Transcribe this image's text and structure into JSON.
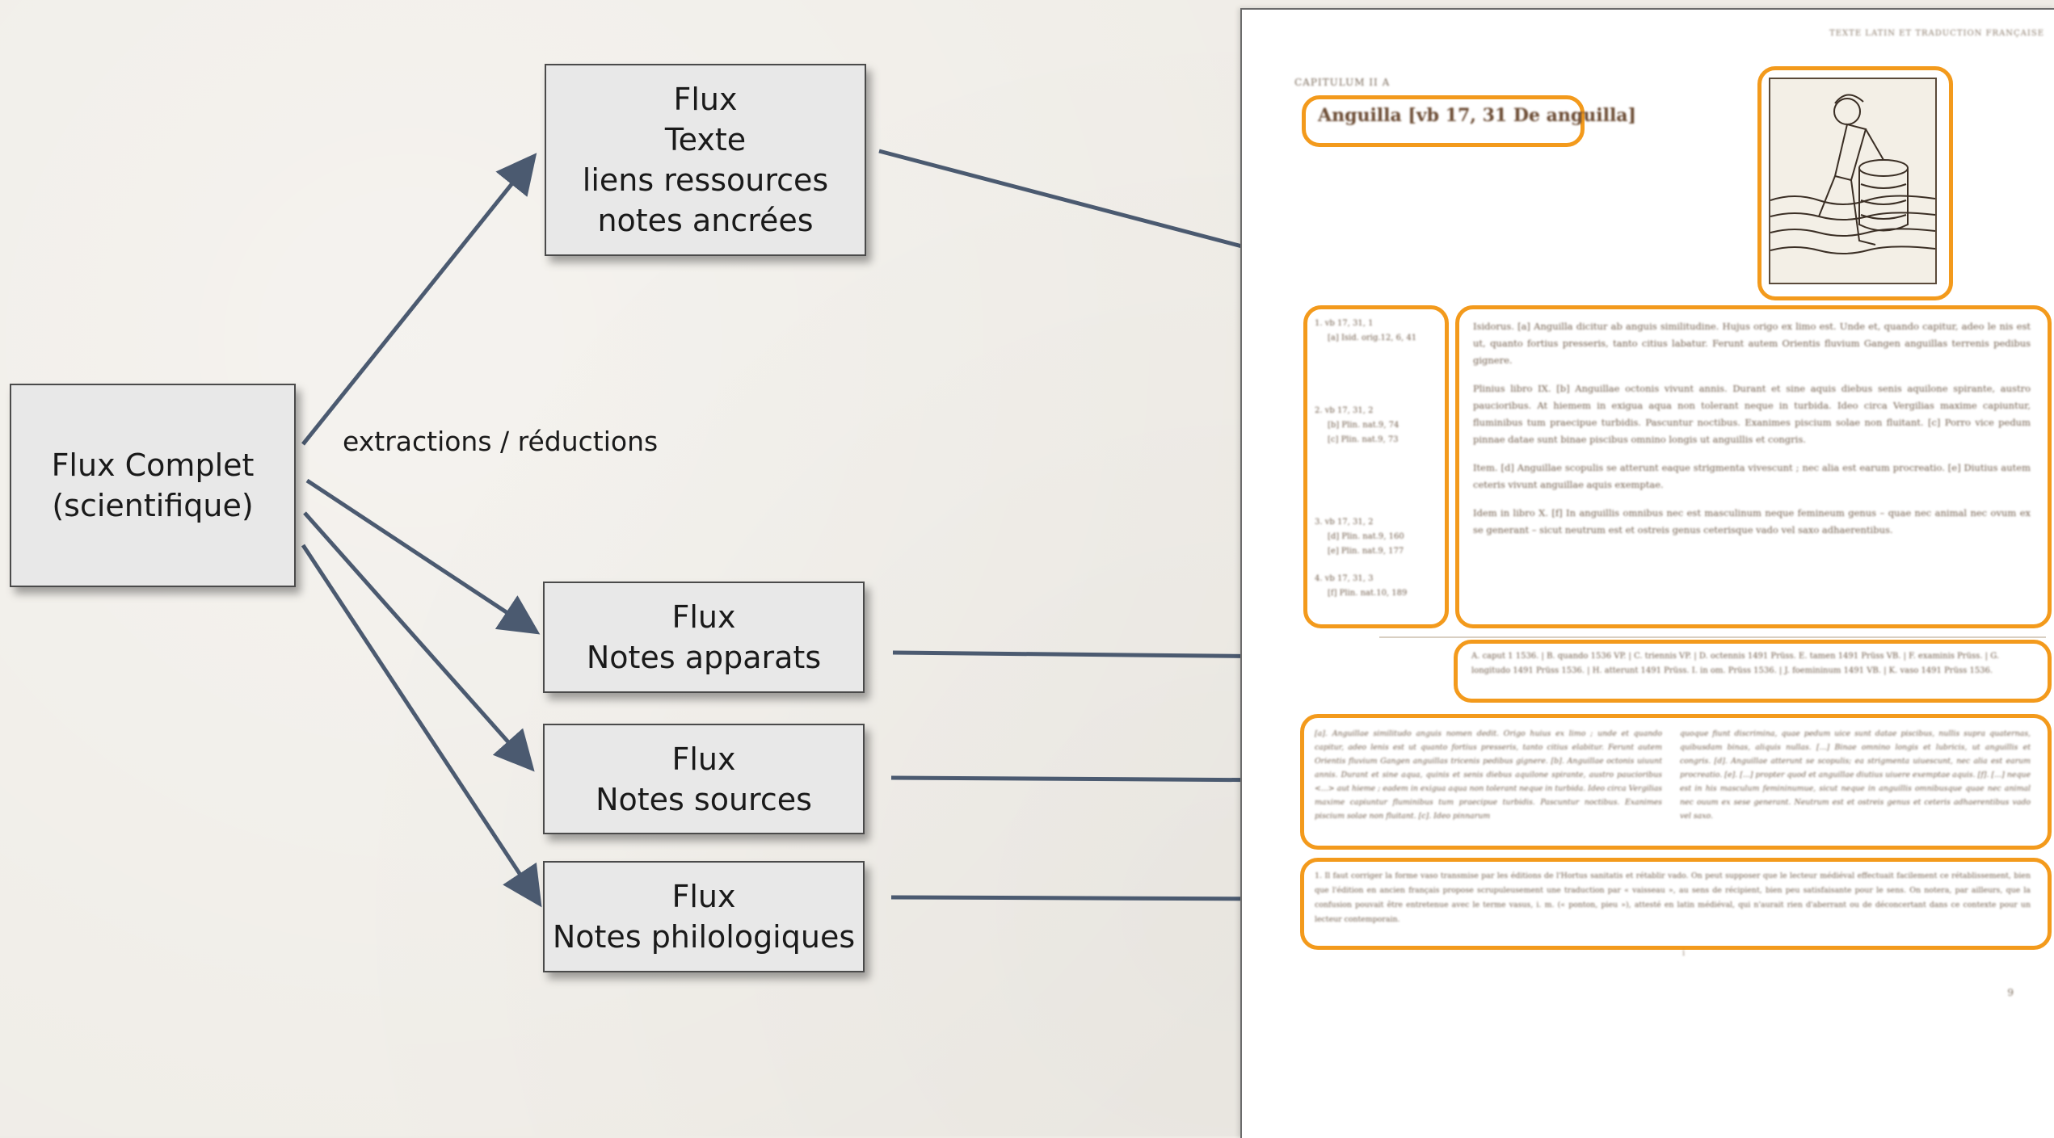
{
  "diagram": {
    "source_box": {
      "line1": "Flux Complet",
      "line2": "(scientifique)"
    },
    "edge_label": "extractions / réductions",
    "boxes": [
      {
        "id": "texte",
        "lines": [
          "Flux",
          "Texte",
          "liens ressources",
          "notes ancrées"
        ]
      },
      {
        "id": "apparats",
        "lines": [
          "Flux",
          "Notes apparats"
        ]
      },
      {
        "id": "sources",
        "lines": [
          "Flux",
          "Notes sources"
        ]
      },
      {
        "id": "philologiques",
        "lines": [
          "Flux",
          "Notes philologiques"
        ]
      }
    ],
    "colors": {
      "arrow": "#4b5a70",
      "highlight": "#f39a1c",
      "box_fill": "#e8e8e8"
    }
  },
  "page": {
    "running_head": "Texte latin et traduction française",
    "chapter": "capitulum II a",
    "title": "Anguilla [vb 17, 31 De anguilla]",
    "figure_icon": "woodcut-figure",
    "margin_refs": [
      {
        "ref": "1. vb 17, 31, 1",
        "notes": [
          "[a] Isid. orig.12, 6, 41"
        ]
      },
      {
        "ref": "2. vb 17, 31, 2",
        "notes": [
          "[b] Plin. nat.9, 74",
          "[c] Plin. nat.9, 73"
        ]
      },
      {
        "ref": "3. vb 17, 31, 2",
        "notes": [
          "[d] Plin. nat.9, 160",
          "[e] Plin. nat.9, 177"
        ]
      },
      {
        "ref": "4. vb 17, 31, 3",
        "notes": [
          "[f] Plin. nat.10, 189"
        ]
      }
    ],
    "paragraphs": [
      "Isidorus. [a] Anguilla dicitur ab anguis similitudine. Hujus origo ex limo est. Unde et, quando capitur, adeo le nis est ut, quanto fortius presseris, tanto citius labatur. Ferunt autem Orientis fluvium Gangen anguillas terrenis pedibus gignere.",
      "Plinius libro IX. [b] Anguillae octonis vivunt annis. Durant et sine aquis diebus senis aquilone spirante, austro paucioribus. At hiemem in exigua aqua non tolerant neque in turbida. Ideo circa Vergilias maxime capiuntur, fluminibus tum praecipue turbidis. Pascuntur noctibus. Exanimes piscium solae non fluitant. [c] Porro vice pedum pinnae datae sunt binae piscibus omnino longis ut anguillis et congris.",
      "Item. [d] Anguillae scopulis se atterunt eaque strigmenta vivescunt ; nec alia est earum procreatio. [e] Diutius autem ceteris vivunt anguillae aquis exemptae.",
      "Idem in libro X. [f] In anguillis omnibus nec est masculinum neque femineum genus – quae nec animal nec ovum ex se generant – sicut neutrum est et ostreis genus ceterisque vado vel saxo adhaerentibus."
    ],
    "apparatus": "A. caput 1 1536. | B. quando 1536 VP. | C. triennis VP. | D. octennis 1491 Prüss. E. tamen 1491 Prüss VB. | F. examinis Prüss. | G. longitudo 1491 Prüss 1536. | H. atterunt 1491 Prüss. I. in om. Prüss 1536. | J. foemininum 1491 VB. | K. vaso 1491 Prüss 1536.",
    "sources_left": "[a]. Anguillae similitudo anguis nomen dedit. Origo huius ex limo ; unde et quando capitur, adeo lenis est ut quanto fortius presseris, tanto citius elabitur. Ferunt autem Orientis fluvium Gangen anguillas tricenis pedibus gignere. [b]. Anguillae octonis uiuunt annis. Durant et sine aqua, quinis et senis diebus aquilone spirante, austro paucioribus <...> aut hieme ; eadem in exigua aqua non tolerant neque in turbida. Ideo circa Vergilias maxime capiuntur fluminibus tum praecipue turbidis. Pascuntur noctibus. Exanimes piscium solae non fluitant. [c]. Ideo pinnarum",
    "sources_right": "quoque fiunt discrimina, quae pedum uice sunt datae piscibus, nullis supra quaternas, quibusdam binas, aliquis nullas. [...] Binae omnino longis et lubricis, ut anguillis et congris. [d]. Anguillae atterunt se scopulis; ea strigmenta uiuescunt, nec alia est earum procreatio. [e]. [...] propter quod et anguillae diutius uiuere exemptae aquis. [f]. [...] neque est in his masculum femininumue, sicut neque in anguillis omnibusque quae nec animal nec ouum ex sese generant. Neutrum est et ostreis genus et ceteris adhaerentibus vado vel saxo.",
    "philological_note": "1. Il faut corriger la forme vaso transmise par les éditions de l'Hortus sanitatis et rétablir vado. On peut supposer que le lecteur médiéval effectuait facilement ce rétablissement, bien que l'édition en ancien français propose scrupuleusement une traduction par « vaisseau », au sens de récipient, bien peu satisfaisante pour le sens. On notera, par ailleurs, que la confusion pouvait être entretenue avec le terme vasus, i. m. (« ponton, pieu »), attesté en latin médiéval, qui n'aurait rien d'aberrant ou de déconcertant dans ce contexte pour un lecteur contemporain.",
    "footer_mark": "i",
    "page_number": "9"
  }
}
